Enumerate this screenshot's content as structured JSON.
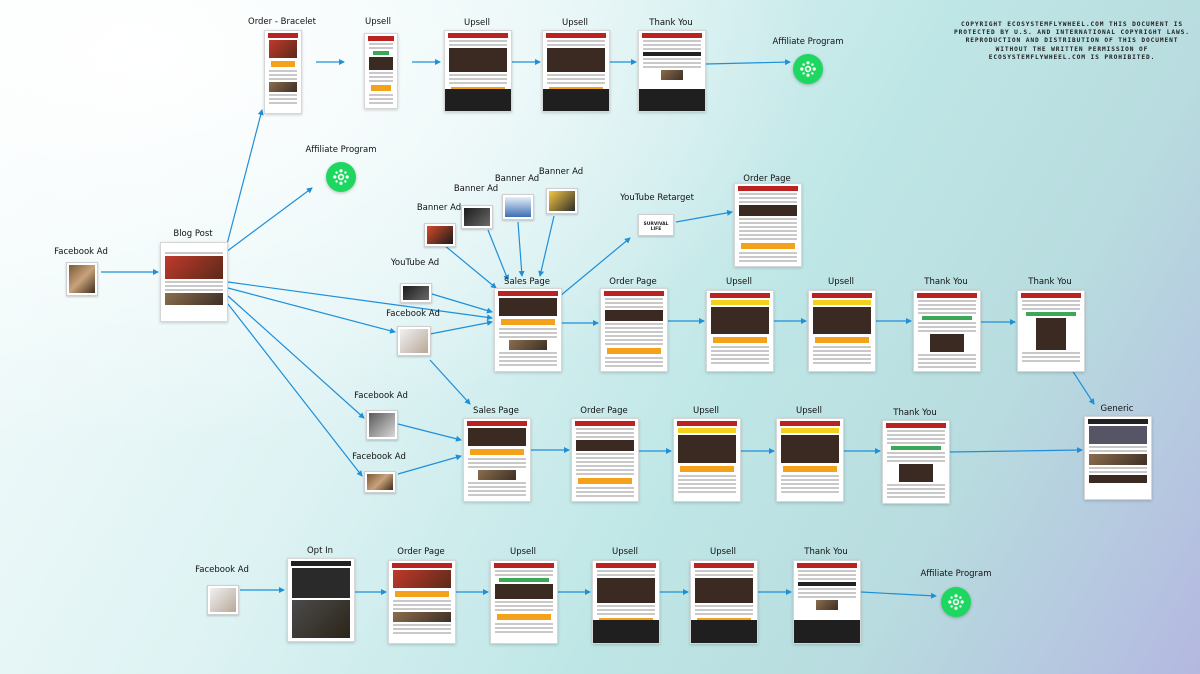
{
  "copyright": "COPYRIGHT ECOSYSTEMFLYWHEEL.COM THIS DOCUMENT IS PROTECTED BY U.S. AND INTERNATIONAL COPYRIGHT LAWS. REPRODUCTION AND DISTRIBUTION OF THIS DOCUMENT WITHOUT THE WRITTEN PERMISSION OF ECOSYSTEMFLYWHEEL.COM IS PROHIBITED.",
  "brand_text": "SURVIVAL LIFE",
  "colors": {
    "arrow": "#1e90d8",
    "affiliate_green": "#1ed760",
    "accent_red": "#b22222",
    "accent_orange": "#f4a21c"
  },
  "labels": {
    "order_bracelet": "Order - Bracelet",
    "upsell": "Upsell",
    "thank_you": "Thank You",
    "affiliate_program": "Affiliate Program",
    "facebook_ad": "Facebook Ad",
    "blog_post": "Blog Post",
    "banner_ad": "Banner Ad",
    "youtube_ad": "YouTube Ad",
    "youtube_retarget": "YouTube Retarget",
    "order_page": "Order Page",
    "sales_page": "Sales Page",
    "generic": "Generic",
    "opt_in": "Opt In"
  },
  "nodes": [
    {
      "id": "fb1",
      "label": "Facebook Ad",
      "kind": "ad",
      "style": "brown"
    },
    {
      "id": "blog",
      "label": "Blog Post",
      "kind": "page",
      "style": "blog"
    },
    {
      "id": "obr",
      "label": "Order - Bracelet",
      "kind": "page",
      "style": "order"
    },
    {
      "id": "u1a",
      "label": "Upsell",
      "kind": "page",
      "style": "upsell"
    },
    {
      "id": "u1b",
      "label": "Upsell",
      "kind": "page",
      "style": "upsell-dark"
    },
    {
      "id": "u1c",
      "label": "Upsell",
      "kind": "page",
      "style": "upsell-dark"
    },
    {
      "id": "ty1",
      "label": "Thank You",
      "kind": "page",
      "style": "thanks-dark"
    },
    {
      "id": "af1",
      "label": "Affiliate Program",
      "kind": "affiliate"
    },
    {
      "id": "af2",
      "label": "Affiliate Program",
      "kind": "affiliate"
    },
    {
      "id": "ban1",
      "label": "Banner Ad",
      "kind": "ad",
      "style": "red"
    },
    {
      "id": "ban2",
      "label": "Banner Ad",
      "kind": "ad",
      "style": "dark"
    },
    {
      "id": "ban3",
      "label": "Banner Ad",
      "kind": "ad",
      "style": "blue"
    },
    {
      "id": "ban4",
      "label": "Banner Ad",
      "kind": "ad",
      "style": "orange"
    },
    {
      "id": "ytad",
      "label": "YouTube Ad",
      "kind": "ad",
      "style": "dark"
    },
    {
      "id": "fb2",
      "label": "Facebook Ad",
      "kind": "ad",
      "style": "light"
    },
    {
      "id": "ytr",
      "label": "YouTube Retarget",
      "kind": "ad",
      "style": "brand"
    },
    {
      "id": "op0",
      "label": "Order Page",
      "kind": "page",
      "style": "order-plain"
    },
    {
      "id": "sp1",
      "label": "Sales Page",
      "kind": "page",
      "style": "sales"
    },
    {
      "id": "op1",
      "label": "Order Page",
      "kind": "page",
      "style": "order-plain"
    },
    {
      "id": "u2a",
      "label": "Upsell",
      "kind": "page",
      "style": "upsell-video"
    },
    {
      "id": "u2b",
      "label": "Upsell",
      "kind": "page",
      "style": "upsell-video"
    },
    {
      "id": "ty2a",
      "label": "Thank You",
      "kind": "page",
      "style": "thanks-light"
    },
    {
      "id": "ty2b",
      "label": "Thank You",
      "kind": "page",
      "style": "thanks-dark2"
    },
    {
      "id": "gen",
      "label": "Generic",
      "kind": "page",
      "style": "generic"
    },
    {
      "id": "fb3",
      "label": "Facebook Ad",
      "kind": "ad",
      "style": "grey"
    },
    {
      "id": "fb4",
      "label": "Facebook Ad",
      "kind": "ad",
      "style": "brown"
    },
    {
      "id": "sp2",
      "label": "Sales Page",
      "kind": "page",
      "style": "sales"
    },
    {
      "id": "op2",
      "label": "Order Page",
      "kind": "page",
      "style": "order-plain"
    },
    {
      "id": "u3a",
      "label": "Upsell",
      "kind": "page",
      "style": "upsell-video"
    },
    {
      "id": "u3b",
      "label": "Upsell",
      "kind": "page",
      "style": "upsell-video"
    },
    {
      "id": "ty3",
      "label": "Thank You",
      "kind": "page",
      "style": "thanks-light"
    },
    {
      "id": "fb5",
      "label": "Facebook Ad",
      "kind": "ad",
      "style": "light"
    },
    {
      "id": "optin",
      "label": "Opt In",
      "kind": "page",
      "style": "optin"
    },
    {
      "id": "op4",
      "label": "Order Page",
      "kind": "page",
      "style": "order"
    },
    {
      "id": "u4a",
      "label": "Upsell",
      "kind": "page",
      "style": "upsell"
    },
    {
      "id": "u4b",
      "label": "Upsell",
      "kind": "page",
      "style": "upsell-dark"
    },
    {
      "id": "u4c",
      "label": "Upsell",
      "kind": "page",
      "style": "upsell-dark"
    },
    {
      "id": "ty4",
      "label": "Thank You",
      "kind": "page",
      "style": "thanks-dark"
    },
    {
      "id": "af3",
      "label": "Affiliate Program",
      "kind": "affiliate"
    }
  ],
  "edges": [
    [
      "fb1",
      "blog"
    ],
    [
      "blog",
      "obr"
    ],
    [
      "blog",
      "af2"
    ],
    [
      "obr",
      "u1a"
    ],
    [
      "u1a",
      "u1b"
    ],
    [
      "u1b",
      "u1c"
    ],
    [
      "u1c",
      "ty1"
    ],
    [
      "ty1",
      "af1"
    ],
    [
      "blog",
      "sp1"
    ],
    [
      "blog",
      "fb2"
    ],
    [
      "blog",
      "fb3"
    ],
    [
      "blog",
      "fb4"
    ],
    [
      "ban1",
      "sp1"
    ],
    [
      "ban2",
      "sp1"
    ],
    [
      "ban3",
      "sp1"
    ],
    [
      "ban4",
      "sp1"
    ],
    [
      "ytad",
      "sp1"
    ],
    [
      "fb2",
      "sp1"
    ],
    [
      "fb2",
      "sp2"
    ],
    [
      "sp1",
      "ytr"
    ],
    [
      "ytr",
      "op0"
    ],
    [
      "sp1",
      "op1"
    ],
    [
      "op1",
      "u2a"
    ],
    [
      "u2a",
      "u2b"
    ],
    [
      "u2b",
      "ty2a"
    ],
    [
      "ty2a",
      "ty2b"
    ],
    [
      "ty2b",
      "gen"
    ],
    [
      "fb3",
      "sp2"
    ],
    [
      "fb4",
      "sp2"
    ],
    [
      "sp2",
      "op2"
    ],
    [
      "op2",
      "u3a"
    ],
    [
      "u3a",
      "u3b"
    ],
    [
      "u3b",
      "ty3"
    ],
    [
      "ty3",
      "gen"
    ],
    [
      "fb5",
      "optin"
    ],
    [
      "optin",
      "op4"
    ],
    [
      "op4",
      "u4a"
    ],
    [
      "u4a",
      "u4b"
    ],
    [
      "u4b",
      "u4c"
    ],
    [
      "u4c",
      "ty4"
    ],
    [
      "ty4",
      "af3"
    ]
  ]
}
